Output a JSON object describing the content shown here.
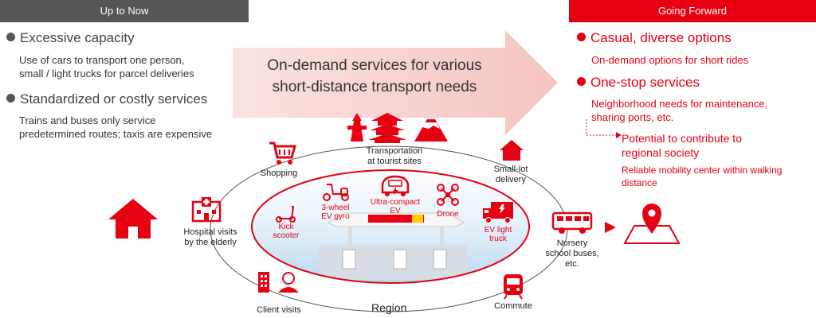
{
  "headers": {
    "left": "Up to Now",
    "right": "Going Forward"
  },
  "left": {
    "items": [
      {
        "title": "Excessive capacity",
        "lines": [
          "Use of cars to transport one person,",
          "small / light trucks for parcel deliveries"
        ]
      },
      {
        "title": "Standardized or costly services",
        "lines": [
          "Trains and buses only service",
          "predetermined routes; taxis are expensive"
        ]
      }
    ]
  },
  "arrow": {
    "lines": [
      "On-demand services for various",
      "short-distance transport needs"
    ]
  },
  "right": {
    "items": [
      {
        "title": "Casual, diverse options",
        "lines": [
          "On-demand options for short rides"
        ]
      },
      {
        "title": "One-stop services",
        "lines": [
          "Neighborhood needs for maintenance,",
          "sharing ports, etc."
        ]
      }
    ],
    "potential": {
      "lines": [
        "Potential to contribute to",
        "regional society"
      ]
    },
    "reliable": {
      "lines": [
        "Reliable mobility center within walking",
        "distance"
      ]
    }
  },
  "outer": {
    "shopping": [
      "Shopping"
    ],
    "tourist": [
      "Transportation",
      "at tourist sites"
    ],
    "smalllot": [
      "Small-lot",
      "delivery"
    ],
    "hospital": [
      "Hospital visits",
      "by the elderly"
    ],
    "nursery": [
      "Nursery",
      "school buses,",
      "etc."
    ],
    "client": [
      "Client visits"
    ],
    "commute": [
      "Commute"
    ],
    "region": "Region"
  },
  "inner": {
    "kick": [
      "Kick",
      "scooter"
    ],
    "gyro": [
      "3-wheel",
      "EV gyro"
    ],
    "ultra": [
      "Ultra-compact",
      "EV"
    ],
    "drone": [
      "Drone"
    ],
    "truck": [
      "EV light",
      "truck"
    ]
  },
  "colors": {
    "accent": "#e60012",
    "dark_header": "#555555",
    "arrow_fill": "#f9d5d3"
  }
}
